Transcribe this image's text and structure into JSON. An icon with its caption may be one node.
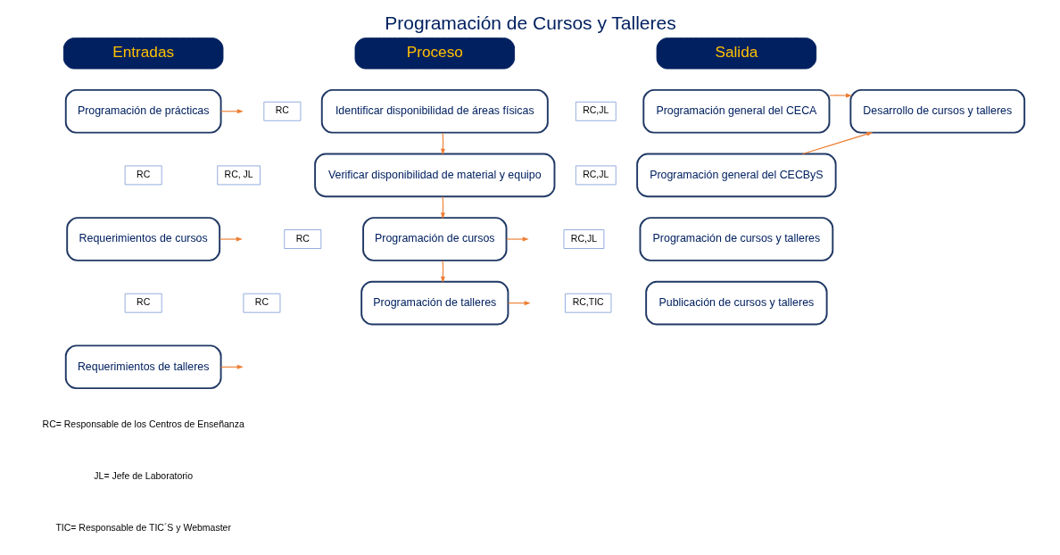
{
  "diagram": {
    "title": "Programación de Cursos y Talleres",
    "nodes": [
      {
        "text": [
          "Entradas"
        ]
      },
      {
        "text": [
          "Proceso"
        ]
      },
      {
        "text": [
          "Salida"
        ]
      },
      {
        "text": [
          "Programación de prácticas"
        ]
      },
      {
        "text": [
          "RC"
        ]
      },
      {
        "text": [
          "Requerimientos de cursos"
        ]
      },
      {
        "text": [
          "RC"
        ]
      },
      {
        "text": [
          "Requerimientos de talleres"
        ]
      },
      {
        "text": [
          "RC"
        ]
      },
      {
        "text": [
          "Identificar disponibilidad de áreas físicas"
        ]
      },
      {
        "text": [
          "RC, JL"
        ]
      },
      {
        "text": [
          "Verificar disponibilidad de material y equipo"
        ]
      },
      {
        "text": [
          "RC"
        ]
      },
      {
        "text": [
          "Programación de cursos"
        ]
      },
      {
        "text": [
          "RC"
        ]
      },
      {
        "text": [
          "Programación de talleres"
        ]
      },
      {
        "text": [
          "RC,JL"
        ]
      },
      {
        "text": [
          "Programación general del CECA"
        ]
      },
      {
        "text": [
          "Desarrollo de cursos y talleres"
        ]
      },
      {
        "text": [
          "RC,JL"
        ]
      },
      {
        "text": [
          "Programación general del CECByS"
        ]
      },
      {
        "text": [
          "RC,JL"
        ]
      },
      {
        "text": [
          "Programación de cursos y talleres"
        ]
      },
      {
        "text": [
          "RC,TIC"
        ]
      },
      {
        "text": [
          "Publicación de cursos y talleres"
        ]
      }
    ],
    "edges": [
      {
        "from": 3,
        "to": null,
        "arrow": "to"
      },
      {
        "from": 5,
        "to": null,
        "arrow": "to"
      },
      {
        "from": 7,
        "to": null,
        "arrow": "to"
      },
      {
        "from": 9,
        "to": 11,
        "arrow": "to"
      },
      {
        "from": 11,
        "to": 13,
        "arrow": "to"
      },
      {
        "from": 13,
        "to": 15,
        "arrow": "to"
      },
      {
        "from": 13,
        "to": null,
        "arrow": "to"
      },
      {
        "from": 15,
        "to": null,
        "arrow": "to"
      },
      {
        "from": 17,
        "to": 18,
        "arrow": "to"
      },
      {
        "from": 20,
        "to": 18,
        "arrow": "to"
      }
    ],
    "labels": [
      "RC= Responsable de los Centros de Enseñanza",
      "JL= Jefe de Laboratorio",
      "TIC= Responsable de TIC´S y Webmaster"
    ]
  }
}
